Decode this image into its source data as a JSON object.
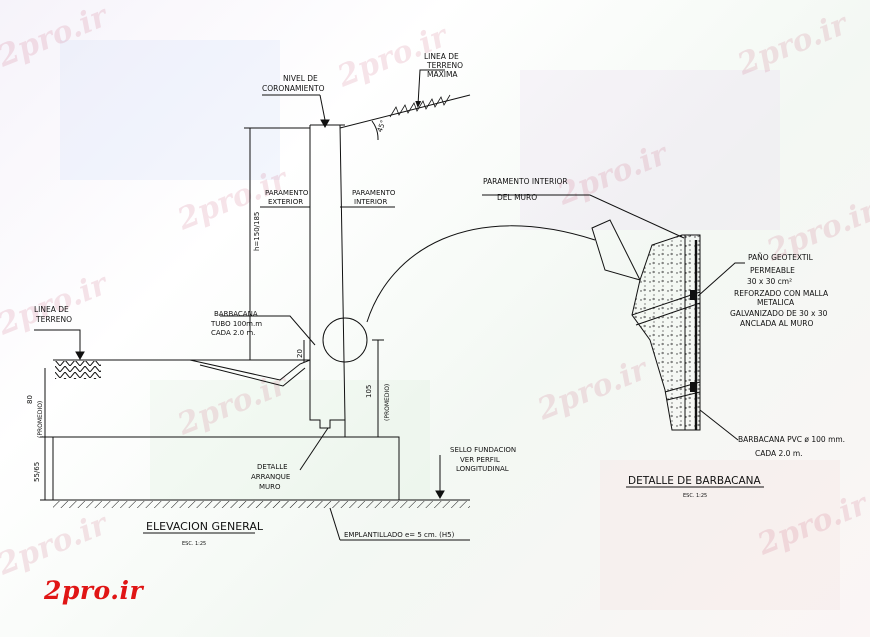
{
  "watermark": "2pro.ir",
  "logo": "2pro.ir",
  "elevation": {
    "title": "ELEVACION GENERAL",
    "scale": "ESC. 1:25",
    "nivel_coronamiento": [
      "NIVEL DE",
      "CORONAMIENTO"
    ],
    "linea_terreno_maxima": [
      "LINEA DE",
      "TERRENO",
      "MAXIMA"
    ],
    "angle": "45°",
    "param_exterior": [
      "PARAMENTO",
      "EXTERIOR"
    ],
    "param_interior": [
      "PARAMENTO",
      "INTERIOR"
    ],
    "height_dim": "h=150/185",
    "linea_terreno": [
      "LINEA DE",
      "TERRENO"
    ],
    "barbacana": [
      "BARBACANA",
      "TUBO 100m.m",
      "CADA 2.0 m."
    ],
    "dim_20": "20",
    "dim_80": "80",
    "promedio": "(PROMEDIO)",
    "dim_105": "105",
    "dim_55": "55/65",
    "detalle_arranque": [
      "DETALLE",
      "ARRANQUE",
      "MURO"
    ],
    "sello": [
      "SELLO FUNDACION",
      "VER PERFIL",
      "LONGITUDINAL"
    ],
    "emplantillado": "EMPLANTILLADO e= 5 cm. (H5)"
  },
  "detail": {
    "title": "DETALLE DE BARBACANA",
    "scale": "ESC. 1:25",
    "param_interior": [
      "PARAMENTO INTERIOR",
      "DEL MURO"
    ],
    "geotextil": [
      "PAÑO GEOTEXTIL",
      "PERMEABLE",
      "30 x 30 cm²",
      "REFORZADO CON MALLA",
      "METALICA",
      "GALVANIZADO DE 30 x 30",
      "ANCLADA AL MURO"
    ],
    "barbacana_pvc": "BARBACANA PVC ø 100 mm.",
    "cada": "CADA 2.0 m."
  },
  "colors": {
    "line": "#111111",
    "logo": "#e01515"
  }
}
